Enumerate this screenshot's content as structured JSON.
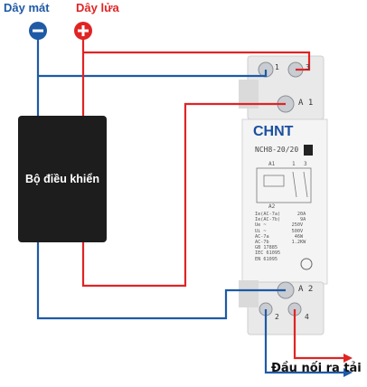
{
  "labels": {
    "neutral_wire": "Dây mát",
    "live_wire": "Dây lửa",
    "controller": "Bộ điều khiển",
    "output": "Đầu nối ra tải"
  },
  "device": {
    "brand": "CHNT",
    "model": "NCH8-20/20",
    "terminals": {
      "t1": "1",
      "t3": "3",
      "a1": "A 1",
      "a2": "A 2",
      "t2": "2",
      "t4": "4"
    },
    "schematic_label_a1": "A1",
    "schematic_label_a2": "A2",
    "schematic_label_1": "1",
    "schematic_label_3": "3",
    "specs": [
      "Ie(AC-7a)      20A",
      "Ie(AC-7b)       9A",
      "Ue ~         250V",
      "Ui ~         500V",
      "AC-7a         46W",
      "AC-7b        1.2KW",
      "GB 17885",
      "IEC 61095",
      "EN 61095"
    ]
  },
  "colors": {
    "neutral": "#1e5aa6",
    "live": "#e02424",
    "controller": "#1d1d1d"
  },
  "icons": {
    "neutral": "minus-icon",
    "live": "plus-icon"
  }
}
